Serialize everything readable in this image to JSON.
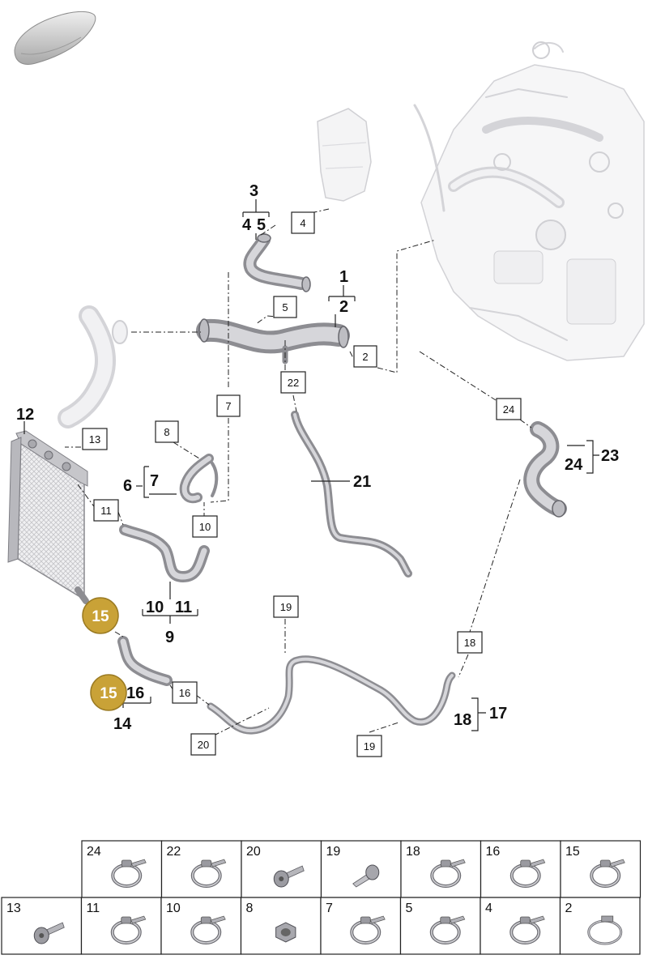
{
  "callouts": {
    "n1": "1",
    "n2": "2",
    "n3": "3",
    "n4": "4",
    "n5": "5",
    "n6": "6",
    "n7": "7",
    "n9": "9",
    "n10": "10",
    "n11": "11",
    "n12": "12",
    "n14": "14",
    "n16": "16",
    "n17": "17",
    "n18": "18",
    "n21": "21",
    "n23": "23",
    "n24": "24"
  },
  "boxed": {
    "b2": "2",
    "b4": "4",
    "b5": "5",
    "b7": "7",
    "b8": "8",
    "b10": "10",
    "b11": "11",
    "b13": "13",
    "b16": "16",
    "b18": "18",
    "b19a": "19",
    "b19b": "19",
    "b20": "20",
    "b22": "22",
    "b24": "24"
  },
  "highlighted": {
    "h15a": "15",
    "h15b": "15"
  },
  "highlight_color": "#c9a237",
  "parts_table": {
    "row1": [
      "24",
      "22",
      "20",
      "19",
      "18",
      "16",
      "15"
    ],
    "row2": [
      "13",
      "11",
      "10",
      "8",
      "7",
      "5",
      "4",
      "2"
    ],
    "row1_icons": [
      "hose-clamp-icon",
      "hose-clamp-icon",
      "bolt-icon",
      "clip-icon",
      "hose-clamp-icon",
      "hose-clamp-icon",
      "hose-clamp-icon"
    ],
    "row2_icons": [
      "bolt-icon",
      "hose-clamp-icon",
      "hose-clamp-icon",
      "nut-icon",
      "hose-clamp-icon",
      "hose-clamp-icon",
      "hose-clamp-icon",
      "band-clamp-icon"
    ]
  }
}
